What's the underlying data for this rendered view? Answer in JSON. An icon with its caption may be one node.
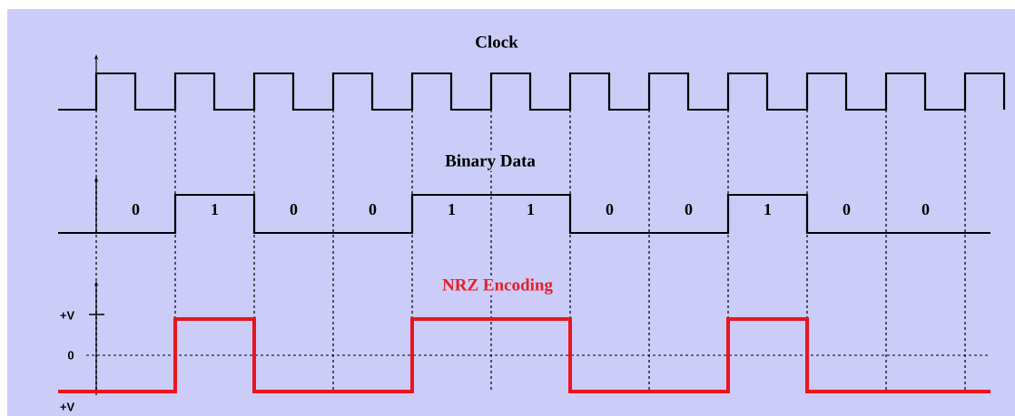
{
  "diagram": {
    "labels": [
      "Clock",
      "Binary Data",
      "0",
      "1",
      "0",
      "0",
      "1",
      "1",
      "0",
      "0",
      "1",
      "0",
      "0",
      "NRZ Encoding",
      "+V",
      "0",
      "+V"
    ]
  }
}
